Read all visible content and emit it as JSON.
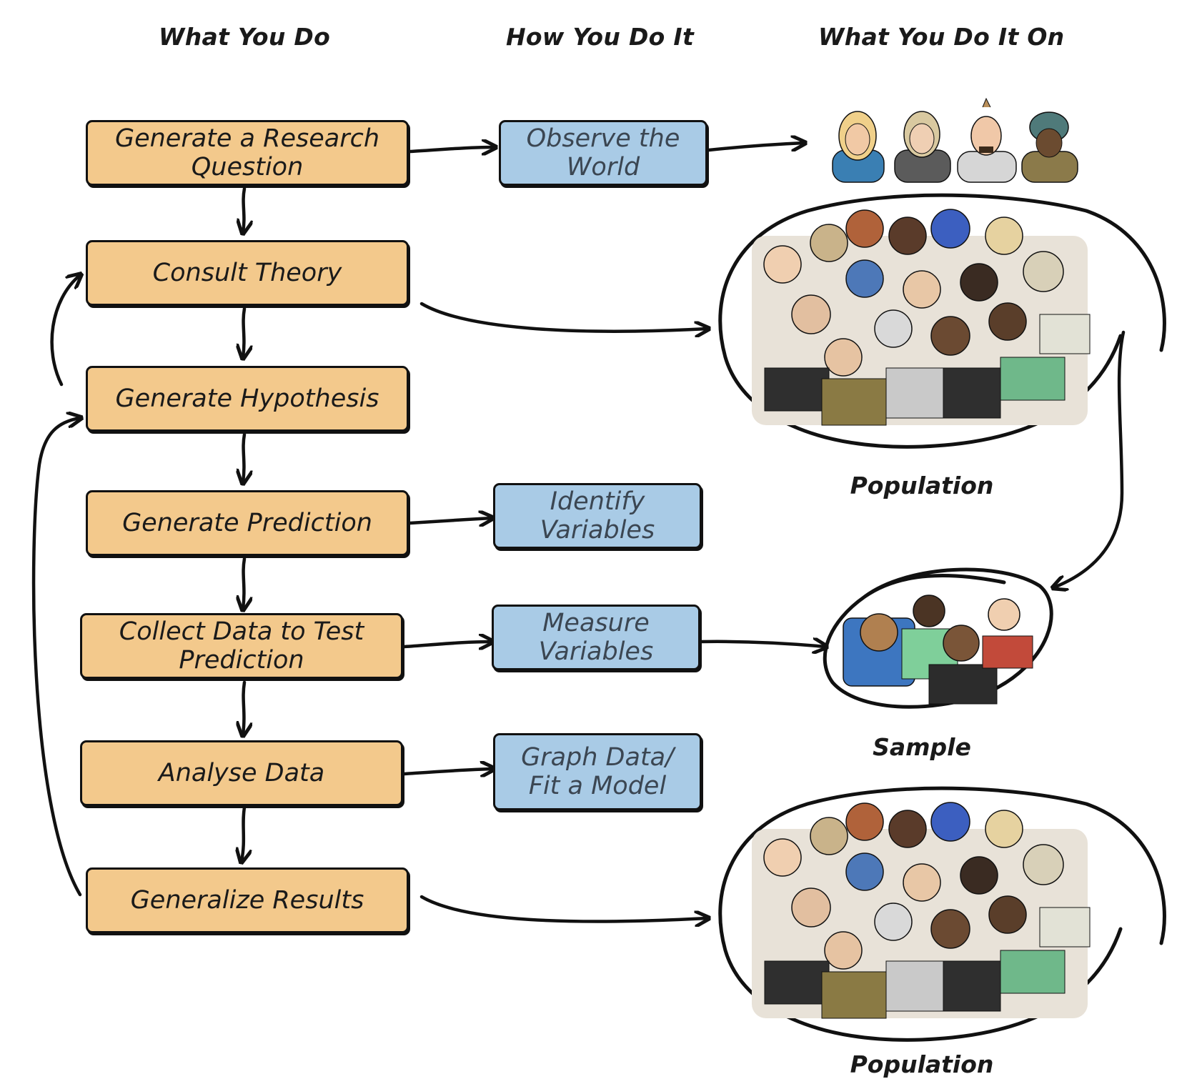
{
  "headers": {
    "what": "What You Do",
    "how": "How You Do It",
    "on": "What You Do It On"
  },
  "steps": [
    {
      "label": "Generate a Research Question"
    },
    {
      "label": "Consult Theory"
    },
    {
      "label": "Generate Hypothesis"
    },
    {
      "label": "Generate Prediction"
    },
    {
      "label": "Collect Data to Test Prediction"
    },
    {
      "label": "Analyse Data"
    },
    {
      "label": "Generalize Results"
    }
  ],
  "methods": [
    {
      "label": "Observe the World"
    },
    {
      "label": "Identify Variables"
    },
    {
      "label": "Measure Variables"
    },
    {
      "label": "Graph Data/ Fit a Model"
    }
  ],
  "targets": {
    "population_top": "Population",
    "sample": "Sample",
    "population_bottom": "Population"
  },
  "colors": {
    "step_fill": "#f3c98c",
    "method_fill": "#a9cbe6",
    "stroke": "#111111"
  }
}
